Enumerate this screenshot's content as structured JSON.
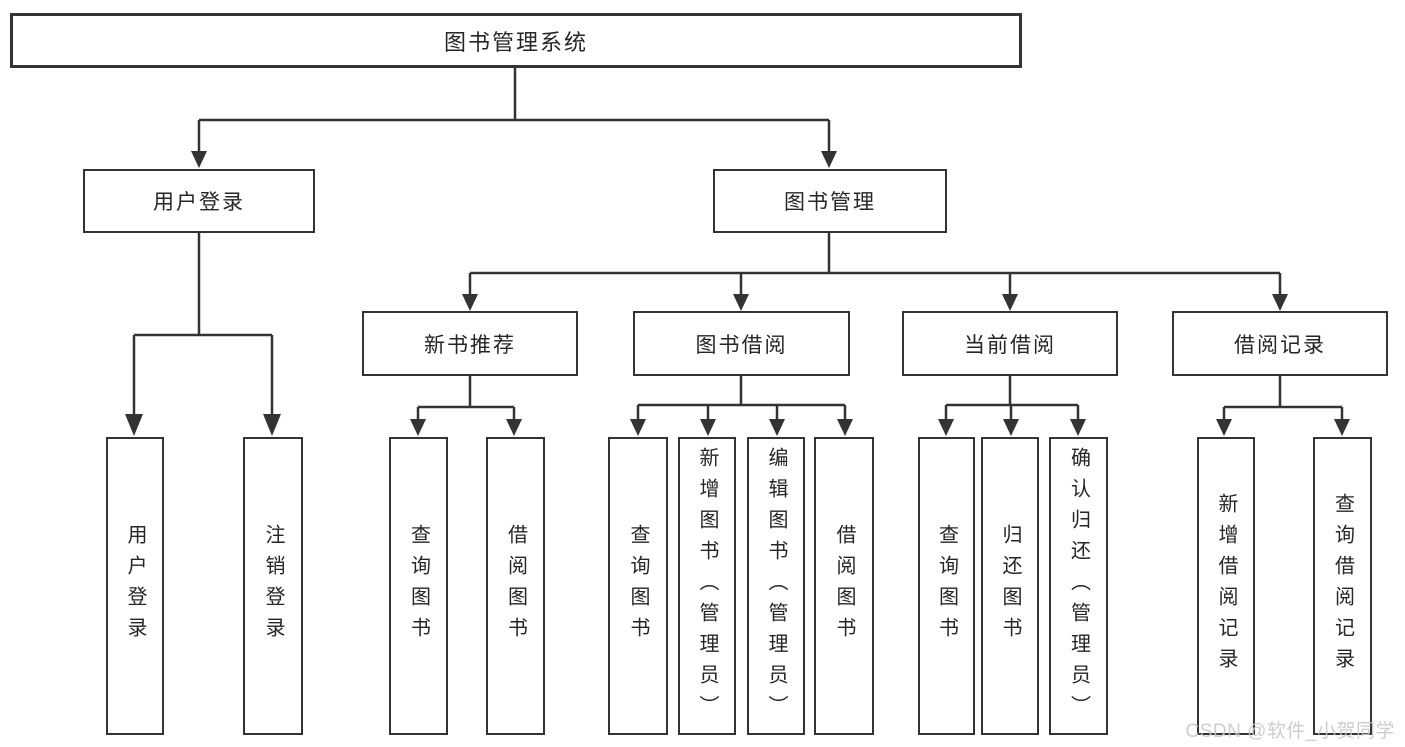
{
  "tree": {
    "root": "图书管理系统",
    "branches": [
      {
        "label": "用户登录",
        "leaves": [
          "用户登录",
          "注销登录"
        ]
      },
      {
        "label": "图书管理",
        "sections": [
          {
            "label": "新书推荐",
            "leaves": [
              "查询图书",
              "借阅图书"
            ]
          },
          {
            "label": "图书借阅",
            "leaves": [
              "查询图书",
              "新增图书（管理员）",
              "编辑图书（管理员）",
              "借阅图书"
            ]
          },
          {
            "label": "当前借阅",
            "leaves": [
              "查询图书",
              "归还图书",
              "确认归还（管理员）"
            ]
          },
          {
            "label": "借阅记录",
            "leaves": [
              "新增借阅记录",
              "查询借阅记录"
            ]
          }
        ]
      }
    ]
  },
  "watermark": "CSDN @软件_小贺同学",
  "colors": {
    "line": "#333333",
    "text": "#262626",
    "watermark": "#c8c8c8",
    "background": "#ffffff"
  }
}
